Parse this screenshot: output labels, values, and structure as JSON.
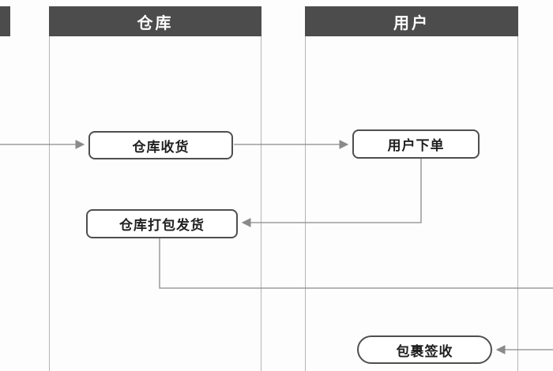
{
  "diagram": {
    "type": "swimlane-flowchart",
    "lanes": [
      {
        "title": ""
      },
      {
        "title": "仓库"
      },
      {
        "title": "用户"
      }
    ],
    "nodes": [
      {
        "label": "仓库收货"
      },
      {
        "label": "仓库打包发货"
      },
      {
        "label": "用户下单"
      },
      {
        "label": "包裹签收"
      }
    ],
    "edges": [
      {
        "from": "offscreen-left",
        "to": "仓库收货",
        "direction": "right"
      },
      {
        "from": "仓库收货",
        "to": "用户下单",
        "direction": "right"
      },
      {
        "from": "用户下单",
        "to": "仓库打包发货",
        "direction": "down-left"
      },
      {
        "from": "仓库打包发货",
        "to": "offscreen-right",
        "direction": "down-right"
      },
      {
        "from": "offscreen-right",
        "to": "包裹签收",
        "direction": "left"
      }
    ],
    "colors": {
      "lane_header_bg": "#4c4c4c",
      "lane_header_text": "#ffffff",
      "lane_border": "#b5b5b5",
      "node_border": "#4f4f4f",
      "node_bg": "#ffffff",
      "node_text": "#1f1f1f",
      "connector": "#8a8a8a",
      "background": "#fdfdfd"
    }
  }
}
